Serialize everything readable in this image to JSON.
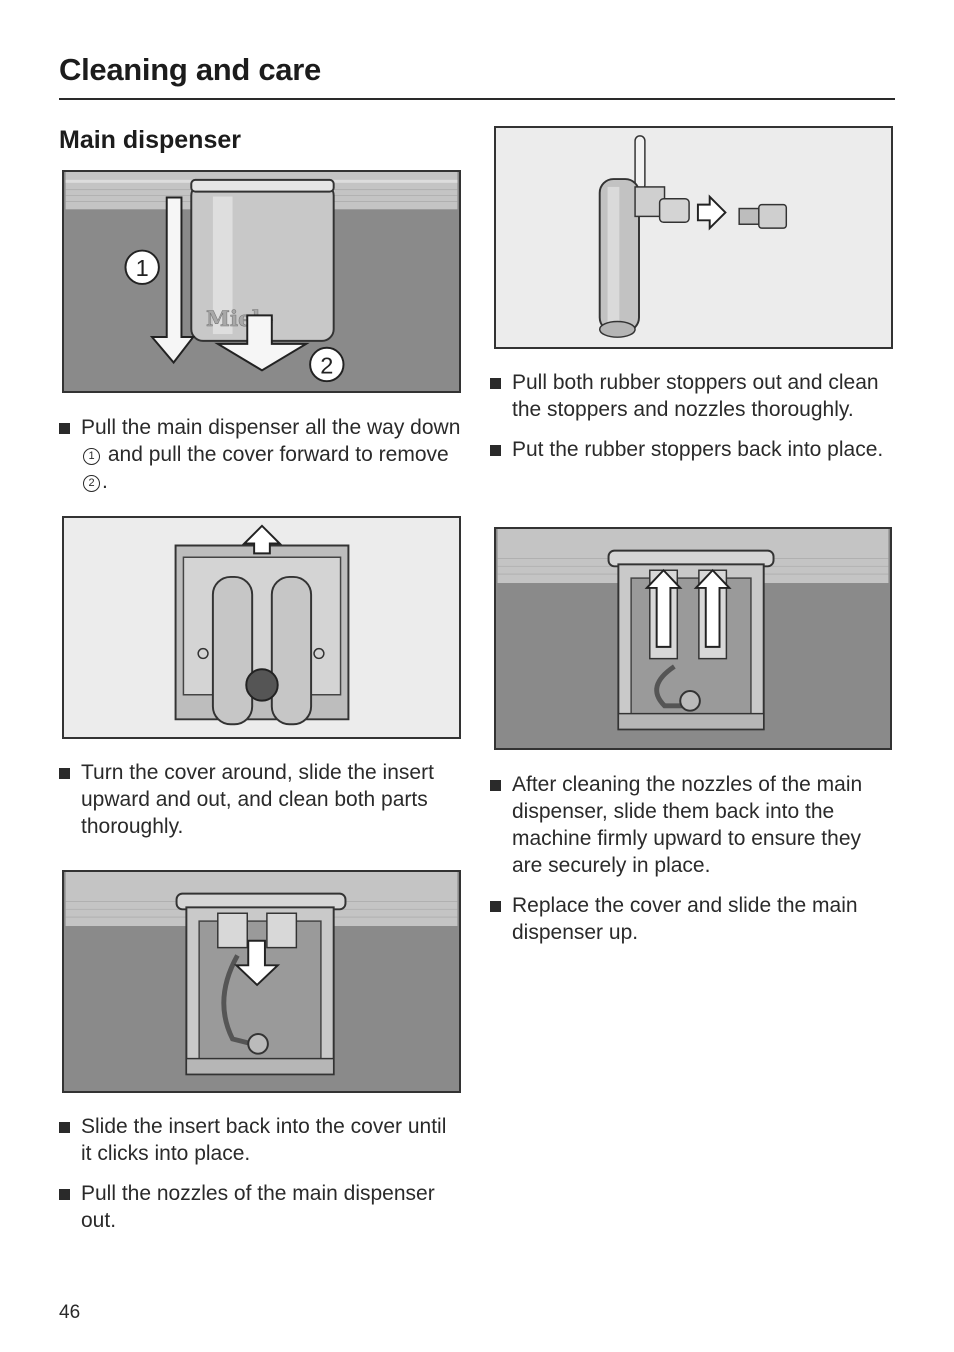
{
  "header": {
    "title": "Cleaning and care"
  },
  "section": {
    "title": "Main dispenser"
  },
  "figures": {
    "fig1": {
      "marker1": "1",
      "marker2": "2",
      "brand": "Miele"
    }
  },
  "instructions": {
    "step1": {
      "part1": "Pull the main dispenser all the way down",
      "marker1": "1",
      "part2": "and pull the cover forward to remove",
      "marker2": "2",
      "part3": "."
    },
    "step2": "Turn the cover around, slide the insert upward and out, and clean both parts thoroughly.",
    "step3": "Slide the insert back into the cover until it clicks into place.",
    "step4": "Pull the nozzles of the main dispenser out.",
    "step5": "Pull both rubber stoppers out and clean the stoppers and nozzles thoroughly.",
    "step6": "Put the rubber stoppers back into place.",
    "step7": "After cleaning the nozzles of the main dispenser, slide them back into the machine firmly upward to ensure they are securely in place.",
    "step8": "Replace the cover and slide the main dispenser up."
  },
  "footer": {
    "page_number": "46"
  },
  "colors": {
    "tub_gray": "#8a8a8a",
    "light_panel": "#ececec",
    "ink": "#2a2a2a"
  }
}
